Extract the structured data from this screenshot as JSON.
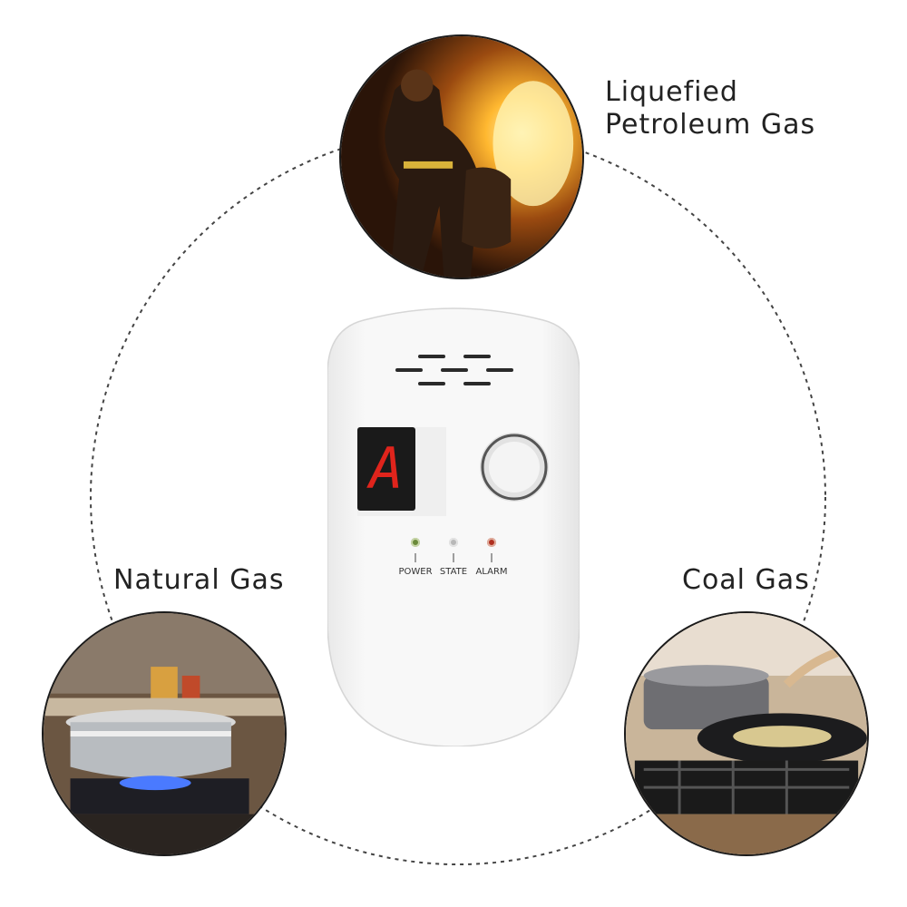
{
  "labels": {
    "lpg_line1": "Liquefied",
    "lpg_line2": "Petroleum Gas",
    "natural_gas": "Natural Gas",
    "coal_gas": "Coal Gas"
  },
  "device": {
    "display_char": "A",
    "indicators": [
      {
        "label": "POWER",
        "color": "#6a8a3a"
      },
      {
        "label": "STATE",
        "color": "#b8b8b8"
      },
      {
        "label": "ALARM",
        "color": "#b03020"
      }
    ]
  },
  "colors": {
    "dashed_circle": "#444444",
    "display_red": "#e0241c",
    "device_body": "#f7f7f7"
  }
}
